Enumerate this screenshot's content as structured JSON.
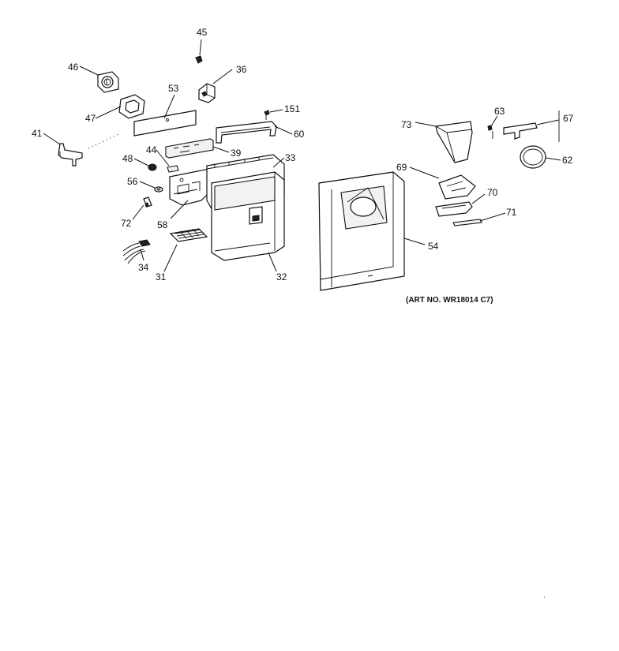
{
  "callouts": {
    "c45": "45",
    "c36": "36",
    "c46": "46",
    "c53": "53",
    "c47": "47",
    "c151": "151",
    "c60": "60",
    "c41": "41",
    "c44": "44",
    "c39": "39",
    "c48": "48",
    "c33": "33",
    "c56": "56",
    "c72": "72",
    "c58": "58",
    "c34": "34",
    "c31": "31",
    "c32": "32",
    "c73": "73",
    "c63": "63",
    "c67": "67",
    "c62": "62",
    "c69": "69",
    "c70": "70",
    "c71": "71",
    "c54": "54"
  },
  "caption": "(ART NO. WR18014 C7)"
}
